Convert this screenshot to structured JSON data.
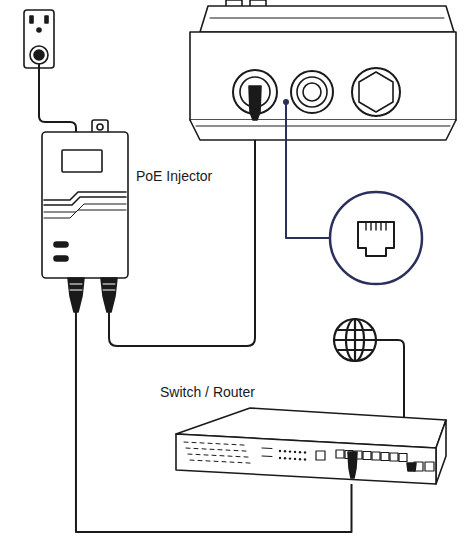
{
  "diagram": {
    "nodes": [
      {
        "text": [
          "PoE Injector"
        ]
      },
      {
        "text": [
          "Switch / Router"
        ]
      }
    ],
    "edges": [
      {
        "from": 0,
        "to": 1,
        "arrow": "none"
      }
    ]
  }
}
